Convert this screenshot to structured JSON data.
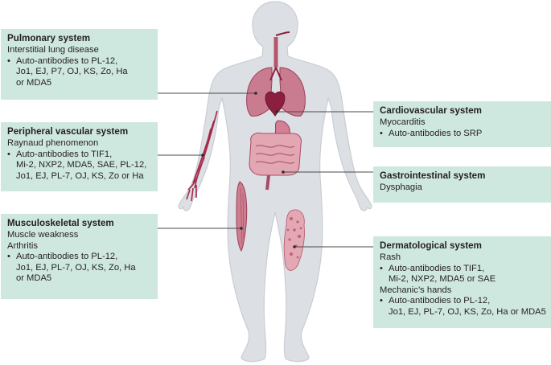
{
  "panels": {
    "pulmonary": {
      "title": "Pulmonary system",
      "lines": [
        "Interstitial lung disease"
      ],
      "bullets": [
        [
          "Auto-antibodies to PL-12,",
          "Jo1, EJ, P7, OJ, KS, Zo, Ha",
          "or MDA5"
        ]
      ]
    },
    "peripheral": {
      "title": "Peripheral vascular system",
      "lines": [
        "Raynaud phenomenon"
      ],
      "bullets": [
        [
          "Auto-antibodies to TIF1,",
          "Mi-2, NXP2, MDA5, SAE, PL-12,",
          "Jo1, EJ, PL-7, OJ, KS, Zo or Ha"
        ]
      ]
    },
    "musculo": {
      "title": "Musculoskeletal system",
      "lines": [
        "Muscle weakness",
        "Arthritis"
      ],
      "bullets": [
        [
          "Auto-antibodies to PL-12,",
          "Jo1, EJ, PL-7, OJ, KS, Zo, Ha",
          "or MDA5"
        ]
      ]
    },
    "cardio": {
      "title": "Cardiovascular system",
      "lines": [
        "Myocarditis"
      ],
      "bullets": [
        [
          "Auto-antibodies to SRP"
        ]
      ]
    },
    "gastro": {
      "title": "Gastrointestinal system",
      "lines": [
        "Dysphagia"
      ],
      "bullets": []
    },
    "dermato": {
      "title": "Dermatological system",
      "lines": [
        "Rash"
      ],
      "bullets": [
        [
          "Auto-antibodies to TIF1,",
          "Mi-2, NXP2, MDA5 or SAE"
        ]
      ],
      "lines2": [
        "Mechanic’s hands"
      ],
      "bullets2": [
        [
          "Auto-antibodies to PL-12,",
          "Jo1, EJ, PL-7, OJ, KS, Zo, Ha or MDA5"
        ]
      ]
    }
  },
  "colors": {
    "panel_bg": "#cfe8df",
    "body_fill": "#dcdfe3",
    "body_outline": "#c8ccd1",
    "organ": "#b5566e",
    "organ_light": "#d89aa8",
    "heart": "#8c1f3f",
    "leader_line": "#4a4a4a"
  }
}
